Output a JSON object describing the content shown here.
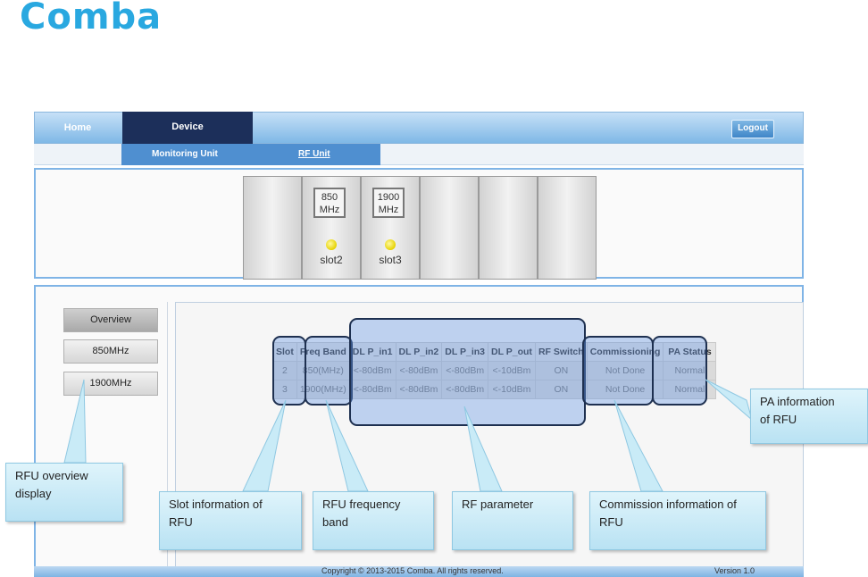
{
  "brand": {
    "logo": "Comba"
  },
  "nav": {
    "home": "Home",
    "device": "Device",
    "logout": "Logout"
  },
  "subnav": {
    "monitoring": "Monitoring Unit",
    "rf_unit": "RF Unit"
  },
  "slots": [
    {
      "freq_line1": "850",
      "freq_line2": "MHz",
      "label": "slot2"
    },
    {
      "freq_line1": "1900",
      "freq_line2": "MHz",
      "label": "slot3"
    }
  ],
  "side": {
    "overview": "Overview",
    "b850": "850MHz",
    "b1900": "1900MHz"
  },
  "table": {
    "headers": [
      "Slot",
      "Freq Band",
      "DL P_in1",
      "DL P_in2",
      "DL P_in3",
      "DL P_out",
      "RF Switch",
      "Commissioning",
      "PA Status"
    ],
    "rows": [
      [
        "2",
        "850(MHz)",
        "<-80dBm",
        "<-80dBm",
        "<-80dBm",
        "<-10dBm",
        "ON",
        "Not Done",
        "Normal"
      ],
      [
        "3",
        "1900(MHz)",
        "<-80dBm",
        "<-80dBm",
        "<-80dBm",
        "<-10dBm",
        "ON",
        "Not Done",
        "Normal"
      ]
    ]
  },
  "callouts": {
    "pa": [
      "PA information",
      "of RFU"
    ],
    "overview": [
      "RFU overview",
      "display"
    ],
    "slot": [
      "Slot information of",
      "RFU"
    ],
    "freq": [
      "RFU frequency",
      "band"
    ],
    "rf": [
      "RF parameter"
    ],
    "commission": [
      "Commission information of",
      "RFU"
    ]
  },
  "footer": {
    "copyright": "Copyright © 2013-2015 Comba. All rights reserved.",
    "version": "Version 1.0"
  },
  "colors": {
    "brand": "#29a8e0",
    "nav_active": "#1c2f5a",
    "panel_border": "#7fb4e6",
    "callout": "#c9ebf7"
  }
}
